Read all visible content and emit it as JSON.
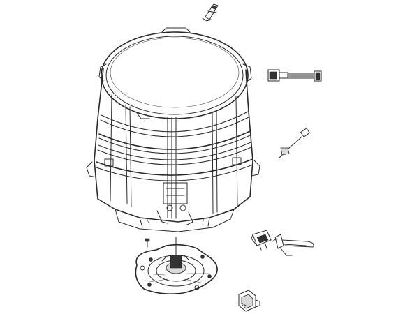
{
  "diagram": {
    "type": "exploded-parts-drawing",
    "parts": [
      {
        "name": "outer-tub-assembly",
        "icon": "tub-icon"
      },
      {
        "name": "tub-bracket-clip",
        "icon": "clip-icon"
      },
      {
        "name": "wire-harness",
        "icon": "harness-icon"
      },
      {
        "name": "sensor-with-lead",
        "icon": "sensor-icon"
      },
      {
        "name": "thermostat-switch",
        "icon": "switch-icon"
      },
      {
        "name": "heating-element",
        "icon": "heater-icon"
      },
      {
        "name": "bearing-housing-flange",
        "icon": "flange-icon"
      },
      {
        "name": "mounting-screw",
        "icon": "screw-icon"
      },
      {
        "name": "pump-connector",
        "icon": "connector-icon"
      }
    ]
  }
}
